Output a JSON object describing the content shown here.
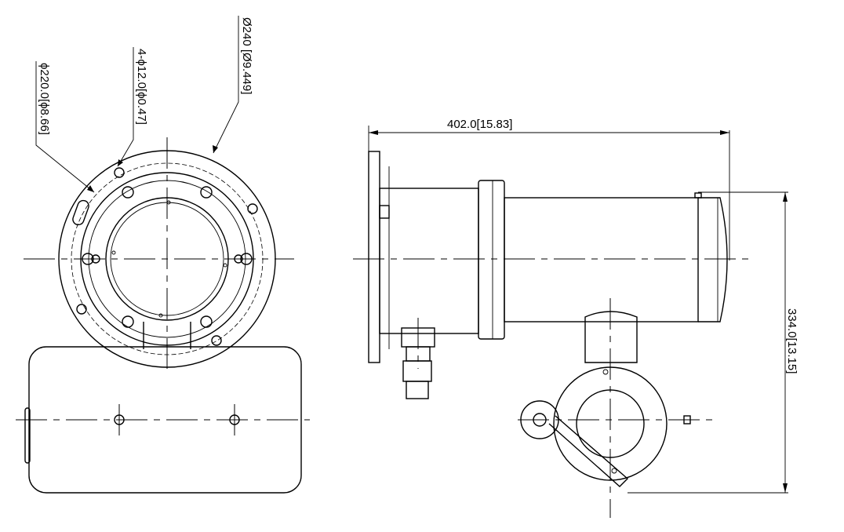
{
  "dimensions": {
    "bolt_circle": "ϕ220.0[ϕ8.66]",
    "mount_holes": "4-ϕ12.0[ϕ0.47]",
    "outer_diameter": "Ø240 [Ø9.449]",
    "length": "402.0[15.83]",
    "height": "334.0[13.15]"
  }
}
